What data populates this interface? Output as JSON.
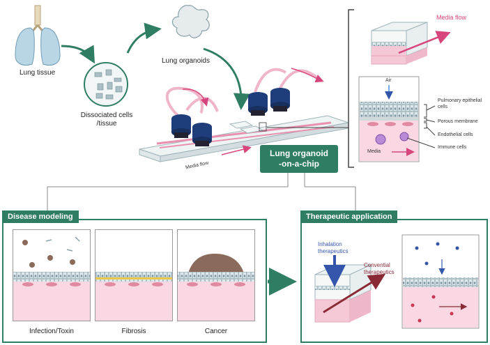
{
  "top": {
    "lung_tissue": "Lung tissue",
    "dissociated_line1": "Dissociated cells",
    "dissociated_line2": "/tissue",
    "lung_organoids": "Lung organoids",
    "media_flow_chip": "Media flow",
    "chip_title_line1": "Lung organoid",
    "chip_title_line2": "-on-a-chip"
  },
  "inset": {
    "media_flow": "Media flow",
    "air": "Air",
    "media": "Media",
    "labels": [
      "Pulmonary epithelial cells",
      "Porous membrane",
      "Endothelial cells",
      "Immune cells"
    ]
  },
  "disease": {
    "title": "Disease modeling",
    "panels": [
      "Infection/Toxin",
      "Fibrosis",
      "Cancer"
    ]
  },
  "therapeutic": {
    "title": "Therapeutic application",
    "inhalation_line1": "Inhalation",
    "inhalation_line2": "therapeutics",
    "convential_line1": "Convential",
    "convential_line2": "therapeutics"
  },
  "colors": {
    "brand_green": "#2f7d62",
    "pink": "#f5c8d6",
    "navy": "#1f3d7a",
    "magenta": "#d6457c"
  }
}
